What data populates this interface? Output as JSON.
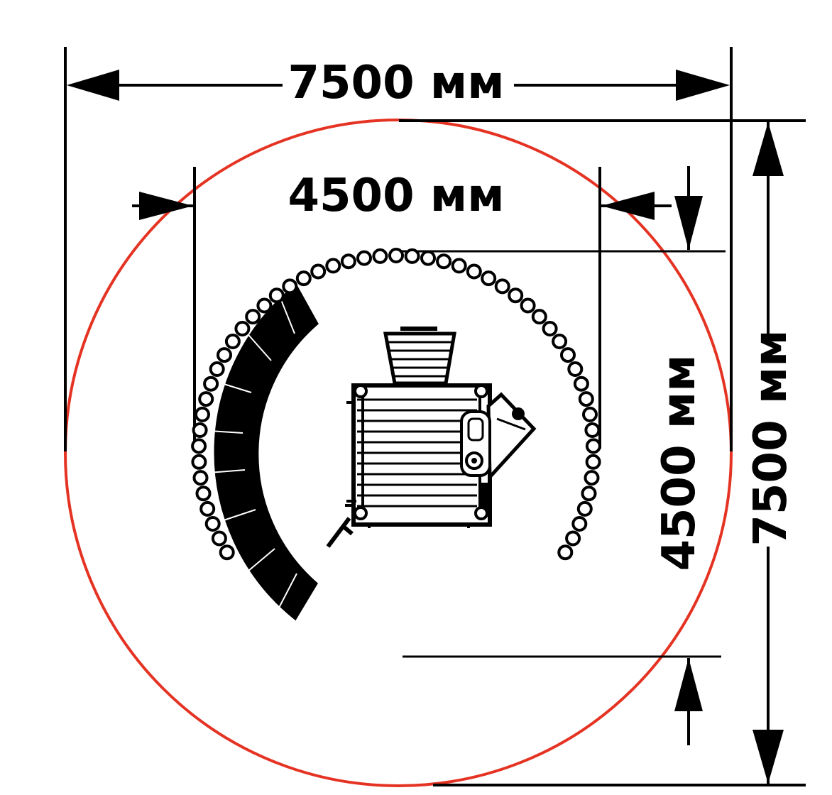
{
  "drawing": {
    "outer_width_label": "7500 мм",
    "inner_width_label": "4500 мм",
    "inner_height_label": "4500 мм",
    "outer_height_label": "7500 мм"
  },
  "colors": {
    "safety_zone": "#e53323",
    "lines": "#000000",
    "background": "#ffffff"
  }
}
